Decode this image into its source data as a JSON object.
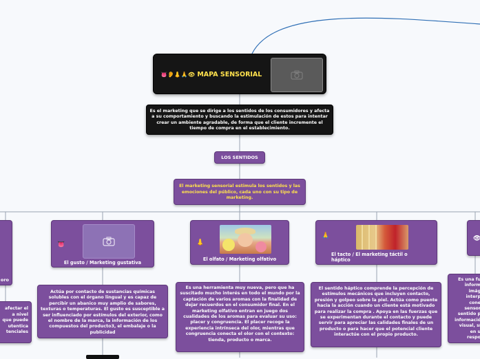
{
  "root": {
    "emojis": "👅👂👃🙏👁",
    "title": "MAPA SENSORIAL"
  },
  "definition": "Es el marketing que se dirige a los sentidos de los consumidores y afecta a su comportamiento  y buscando la estimulación de estos para intentar crear un ambiente agradable, de forma que el cliente incremente el tiempo de compra en el establecimiento.",
  "senses_label": "LOS SENTIDOS",
  "senses_desc": "El marketing sensorial estimula los sentidos y las emociones del público, cada uno con su tipo de marketing.",
  "branches": {
    "left_partial_title": "oro",
    "left_partial_desc": "afectar el\na nivel\nque puede\nutentica\ntenciales",
    "gusto_title": "El gusto / Marketing gustativa",
    "gusto_emoji": "👅",
    "gusto_desc": "Actúa por contacto de sustancias químicas solubles con el órgano lingual y es capaz de percibir un abanico muy amplio de sabores, texturas o temperaturas. El gusto es susceptible a ser influenciado por estímulos del exterior, como el nombre de la marca, la información de los compuestos del producto3, el embalaje o la publicidad",
    "olfato_title": "El olfato / Marketing olfativo",
    "olfato_emoji": "👃",
    "olfato_desc": "Es una herramienta muy nueva, pero que ha suscitado mucho interés en todo el mundo por la captación de varios aromas con la finalidad de dejar recuerdos en el consumidor final. En el marketing olfativo entran en juego dos cualidades de los aromas para evaluar su uso: placer y congruencia. El placer recoge la experiencia intrínseca del olor, mientras que congruencia conecta el olor con el contexto: tienda, producto o marca.",
    "tacto_title": "El tacto / El marketing táctil o háptico",
    "tacto_emoji": "🙏",
    "tacto_desc": "El sentido háptico comprende la percepción de estímulos mecánicos  que incluyen contacto, presión y golpeo sobre la piel. Actúa como puente hacia la acción cuando un cliente está motivado para realizar la compra . Apoya en las fuerzas que se experimentan durante el contacto y puede servir para apreciar las calidades finales de un producto o para hacer que el potencial cliente interactúe con el propio producto.",
    "vista_emoji": "👁",
    "vista_desc": "Es una fu\ninform\nimág\ninterp\ncone\nsensor\nsentido p\ninformació\nvisual, sí\nen u\nrespo"
  },
  "colors": {
    "purple": "#7c4f9d",
    "dark": "#151515",
    "accent_yellow": "#ffe14d",
    "connector": "#9aa4b2",
    "arc": "#2f6fb5"
  }
}
